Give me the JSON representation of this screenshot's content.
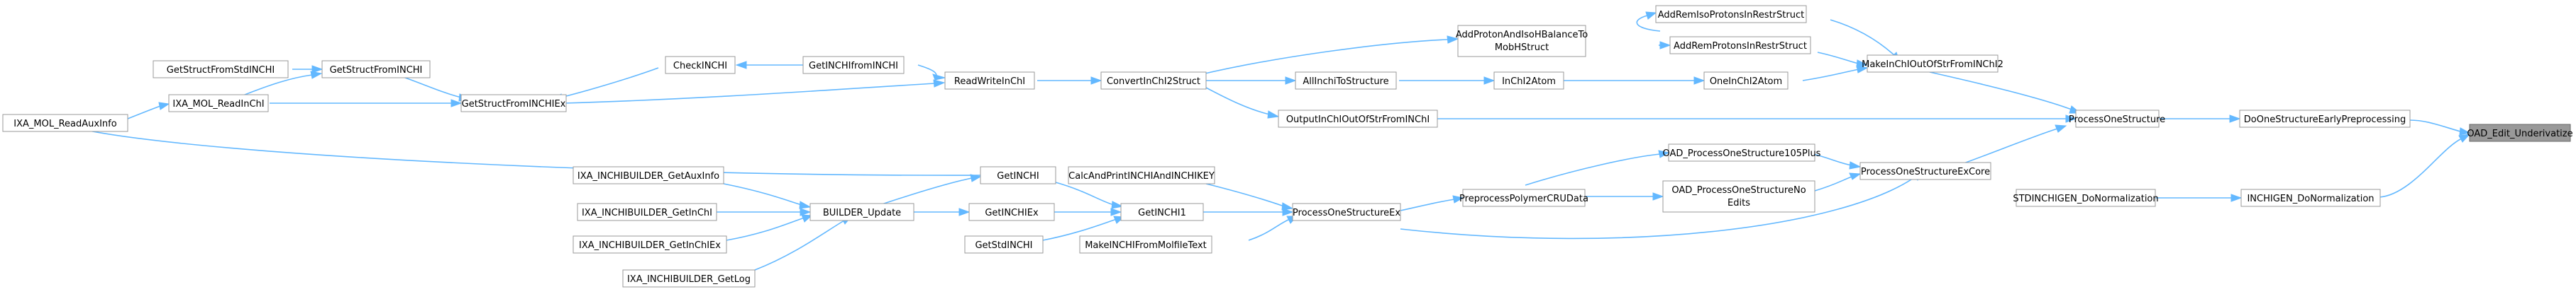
{
  "graph": {
    "nodes": {
      "oad_edit_underivatize": "OAD_Edit_Underivatize",
      "dooneStructureEarlyPreprocessing": "DoOneStructureEarlyPreprocessing",
      "inchigen_donormalization": "INCHIGEN_DoNormalization",
      "stdinchigen_donormalization": "STDINCHIGEN_DoNormalization",
      "processonestructure": "ProcessOneStructure",
      "processonestructureexcore": "ProcessOneStructureExCore",
      "makeinchioutofstrfrominchi2": "MakeInChIOutOfStrFromINChI2",
      "outputinchioutofstrfrominchi": "OutputInChIOutOfStrFromINChI",
      "addremisoprotonsinrestrstruct": "AddRemIsoProtonsInRestrStruct",
      "addremprotonsinrestrstruct": "AddRemProtonsInRestrStruct",
      "oneinchi2atom": "OneInChI2Atom",
      "addprotonandisohbalance_1": "AddProtonAndIsoHBalanceTo",
      "addprotonandisohbalance_2": "MobHStruct",
      "inchi2atom": "InChI2Atom",
      "allinchitostructure": "AllInchiToStructure",
      "convertinchi2struct": "ConvertInChI2Struct",
      "readwriteinchi": "ReadWriteInChI",
      "getinchifrominchi": "GetINCHIfromINCHI",
      "checkinchi": "CheckINCHI",
      "getstructfrominchiex": "GetStructFromINCHIEx",
      "getstructfrominchi": "GetStructFromINCHI",
      "getstructfromstdinchi": "GetStructFromStdINCHI",
      "ixa_mol_readinchi": "IXA_MOL_ReadInChI",
      "ixa_mol_readauxinfo": "IXA_MOL_ReadAuxInfo",
      "oad_processonestructure105plus": "OAD_ProcessOneStructure105Plus",
      "oad_processonestructurenoedits_1": "OAD_ProcessOneStructureNo",
      "oad_processonestructurenoedits_2": "Edits",
      "preprocesspolymercrudata": "PreprocessPolymerCRUData",
      "processonestructureex": "ProcessOneStructureEx",
      "calcandprintinchiandinchikey": "CalcAndPrintINCHIAndINCHIKEY",
      "getinchi1": "GetINCHI1",
      "makeinchifrommolfiletext": "MakeINCHIFromMolfileText",
      "getinchi": "GetINCHI",
      "getinchiex": "GetINCHIEx",
      "getstdinchi": "GetStdINCHI",
      "builder_update": "BUILDER_Update",
      "ixa_inchibuilder_getauxinfo": "IXA_INCHIBUILDER_GetAuxInfo",
      "ixa_inchibuilder_getinchi": "IXA_INCHIBUILDER_GetInChI",
      "ixa_inchibuilder_getinchiex": "IXA_INCHIBUILDER_GetInChIEx",
      "ixa_inchibuilder_getlog": "IXA_INCHIBUILDER_GetLog"
    },
    "colors": {
      "edge": "#63b8ff",
      "node_border": "#999999",
      "focus_fill": "#999999"
    }
  }
}
